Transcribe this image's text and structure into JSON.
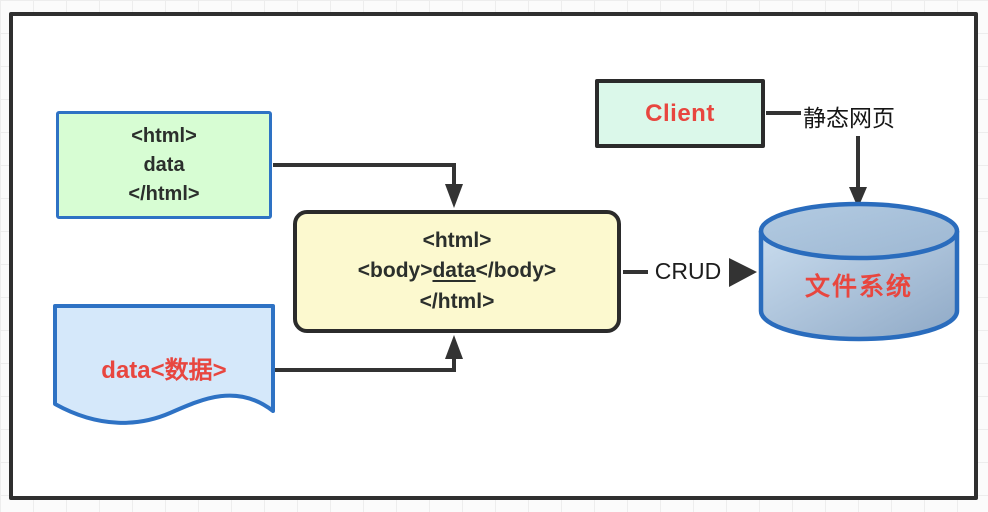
{
  "diagram": {
    "html_file_box": {
      "lines": [
        "<html>",
        "data",
        "</html>"
      ]
    },
    "data_document": {
      "label": "data<数据>"
    },
    "merged_page_box": {
      "line1": "<html>",
      "line2_prefix": "<body>",
      "line2_underlined": "data",
      "line2_suffix": "</body>",
      "line3": "</html>"
    },
    "client_box": {
      "label": "Client"
    },
    "static_page_label": "静态网页",
    "crud_label": "CRUD",
    "file_system": {
      "label": "文件系统"
    }
  },
  "colors": {
    "accent_red": "#e8463f",
    "blue_border": "#2e72c4",
    "green_fill": "#d7fdd3",
    "mint_fill": "#dbf8ea",
    "yellow_fill": "#fcf9cf",
    "light_blue_fill": "#d5e8fa",
    "cylinder_fill_light": "#c6d9eb",
    "cylinder_fill_dark": "#8fa9c6",
    "line_dark": "#333333",
    "frame_border": "#2f2f2f"
  }
}
